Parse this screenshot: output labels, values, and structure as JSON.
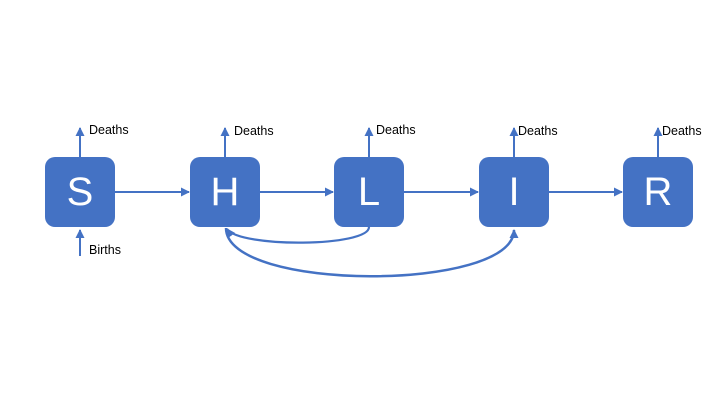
{
  "colors": {
    "node_fill": "#4472C4",
    "arrow": "#4472C4",
    "text": "#000000"
  },
  "nodes": [
    {
      "id": "S",
      "label": "S"
    },
    {
      "id": "H",
      "label": "H"
    },
    {
      "id": "L",
      "label": "L"
    },
    {
      "id": "I",
      "label": "I"
    },
    {
      "id": "R",
      "label": "R"
    }
  ],
  "edges": [
    {
      "from": "S",
      "to": "H"
    },
    {
      "from": "H",
      "to": "L"
    },
    {
      "from": "L",
      "to": "I"
    },
    {
      "from": "I",
      "to": "R"
    },
    {
      "from": "L",
      "to": "H"
    },
    {
      "from": "H",
      "to": "I"
    }
  ],
  "labels": {
    "deaths": "Deaths",
    "births": "Births"
  }
}
